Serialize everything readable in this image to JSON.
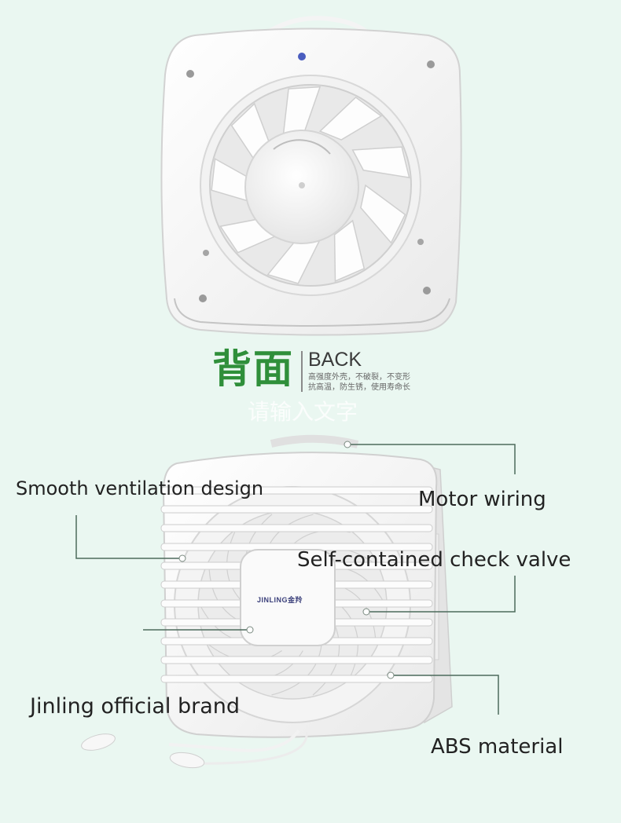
{
  "section": {
    "title_cn": "背面",
    "title_en": "BACK",
    "desc_line1": "高强度外壳，不破裂，不变形",
    "desc_line2": "抗高温，防生锈，使用寿命长",
    "watermark": "请输入文字"
  },
  "product": {
    "brand_logo_text": "JINLING金羚"
  },
  "callouts": {
    "smooth_ventilation": "Smooth ventilation design",
    "motor_wiring": "Motor wiring",
    "check_valve": "Self-contained check valve",
    "official_brand": "Jinling official brand",
    "abs_material": "ABS material"
  },
  "colors": {
    "background": "#eaf7f1",
    "title_green": "#2f8f3a",
    "leader_line": "#4d6b5c",
    "fan_white": "#fbfbfb"
  }
}
